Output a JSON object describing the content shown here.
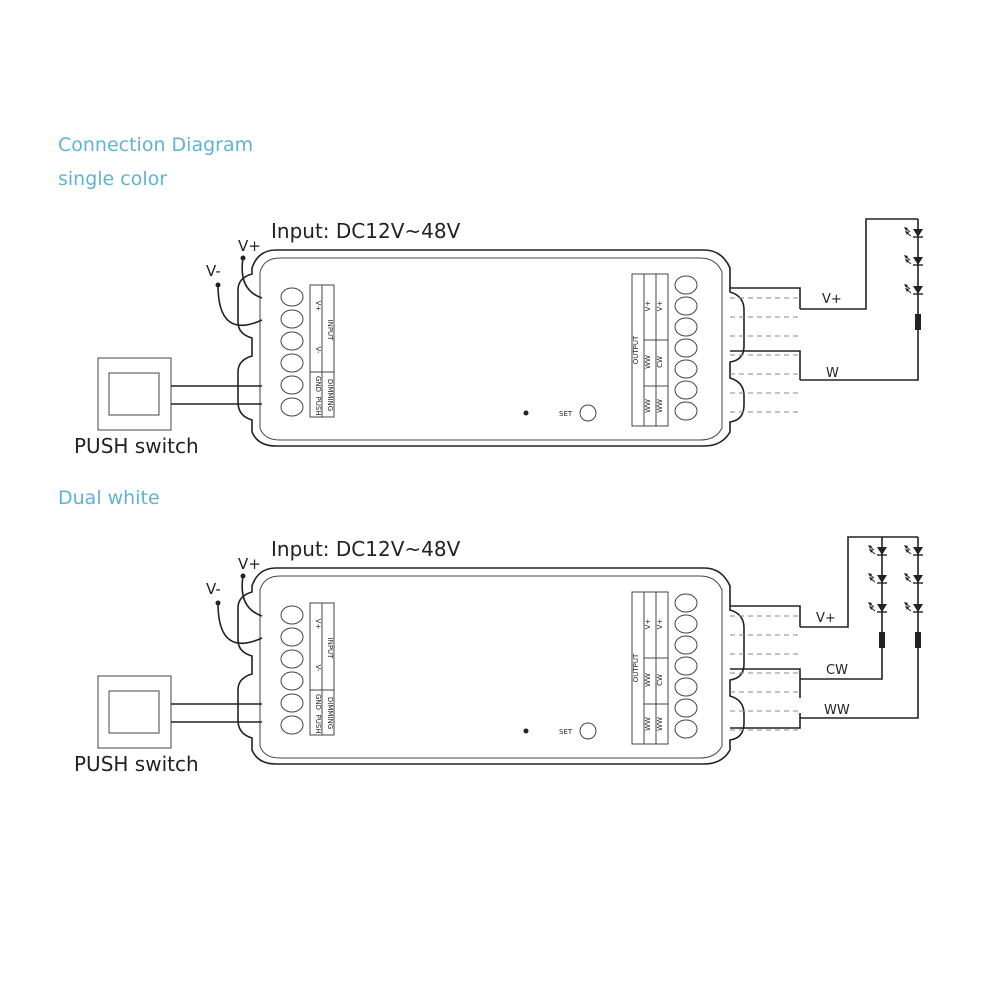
{
  "title": "Connection Diagram",
  "sections": [
    {
      "name": "single color",
      "input_label": "Input: DC12V~48V",
      "vplus": "V+",
      "vminus": "V-",
      "switch_label": "PUSH switch",
      "input_block": [
        "INPUT",
        "V+",
        "V-",
        "DIMMING",
        "GND",
        "PUSH"
      ],
      "output_block": [
        "OUTPUT",
        "V+",
        "V+",
        "WW",
        "CW",
        "WW",
        "WW"
      ],
      "set_label": "SET",
      "outputs": [
        "V+",
        "W"
      ]
    },
    {
      "name": "Dual white",
      "input_label": "Input: DC12V~48V",
      "vplus": "V+",
      "vminus": "V-",
      "switch_label": "PUSH switch",
      "input_block": [
        "INPUT",
        "V+",
        "V-",
        "DIMMING",
        "GND",
        "PUSH"
      ],
      "output_block": [
        "OUTPUT",
        "V+",
        "V+",
        "WW",
        "CW",
        "WW",
        "WW"
      ],
      "set_label": "SET",
      "outputs": [
        "V+",
        "CW",
        "WW"
      ]
    }
  ]
}
